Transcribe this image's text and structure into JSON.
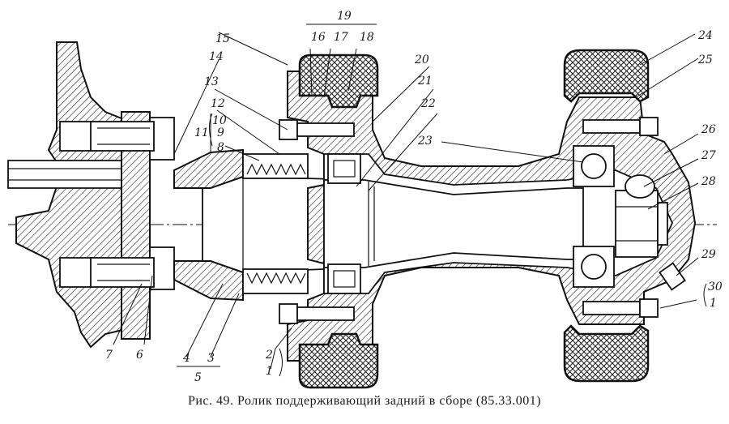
{
  "caption": "Рис. 49. Ролик поддерживающий задний в сборе (85.33.001)",
  "callouts": {
    "n1a": "1",
    "n2": "2",
    "n3": "3",
    "n4": "4",
    "n5": "5",
    "n6": "6",
    "n7": "7",
    "n8": "8",
    "n9": "9",
    "n10": "10",
    "n11": "11",
    "n12": "12",
    "n13": "13",
    "n14": "14",
    "n15": "15",
    "n16": "16",
    "n17": "17",
    "n18": "18",
    "n19": "19",
    "n20": "20",
    "n21": "21",
    "n22": "22",
    "n23": "23",
    "n24": "24",
    "n25": "25",
    "n26": "26",
    "n27": "27",
    "n28": "28",
    "n29": "29",
    "n30": "30",
    "n1b": "1"
  }
}
